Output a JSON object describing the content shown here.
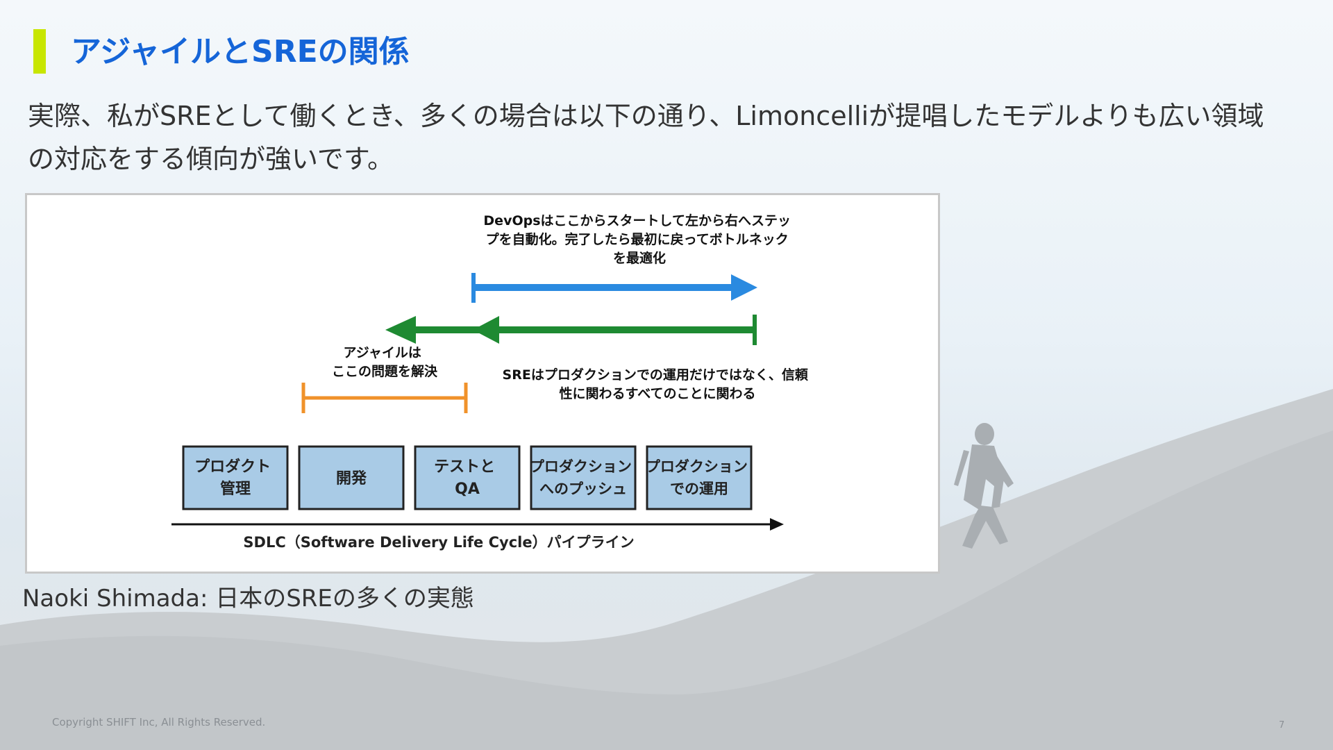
{
  "slide": {
    "title": "アジャイルとSREの関係",
    "lead": "実際、私がSREとして働くとき、多くの場合は以下の通り、Limoncelliが提唱したモデルよりも広い領域の対応をする傾向が強いです。",
    "caption": "Naoki Shimada: 日本のSREの多くの実態",
    "copyright": "Copyright SHIFT Inc, All Rights Reserved.",
    "page_number": "7"
  },
  "colors": {
    "title": "#1565d8",
    "accent_bar": "#c8e600",
    "devops_arrow": "#2a8ae0",
    "sre_arrow": "#1e8a32",
    "agile_bracket": "#f0922a",
    "stage_fill": "#a9cbe6",
    "stage_border": "#222222"
  },
  "diagram": {
    "devops_note": [
      "DevOpsはここからスタートして左から右へステッ",
      "プを自動化。完了したら最初に戻ってボトルネック",
      "を最適化"
    ],
    "agile_note": [
      "アジャイルは",
      "ここの問題を解決"
    ],
    "sre_note": [
      "SREはプロダクションでの運用だけではなく、信頼",
      "性に関わるすべてのことに関わる"
    ],
    "stages": [
      {
        "lines": [
          "プロダクト",
          "管理"
        ]
      },
      {
        "lines": [
          "開発"
        ]
      },
      {
        "lines": [
          "テストと",
          "QA"
        ]
      },
      {
        "lines": [
          "プロダクション",
          "へのプッシュ"
        ]
      },
      {
        "lines": [
          "プロダクション",
          "での運用"
        ]
      }
    ],
    "pipeline_label": "SDLC（Software Delivery Life Cycle）パイプライン"
  }
}
